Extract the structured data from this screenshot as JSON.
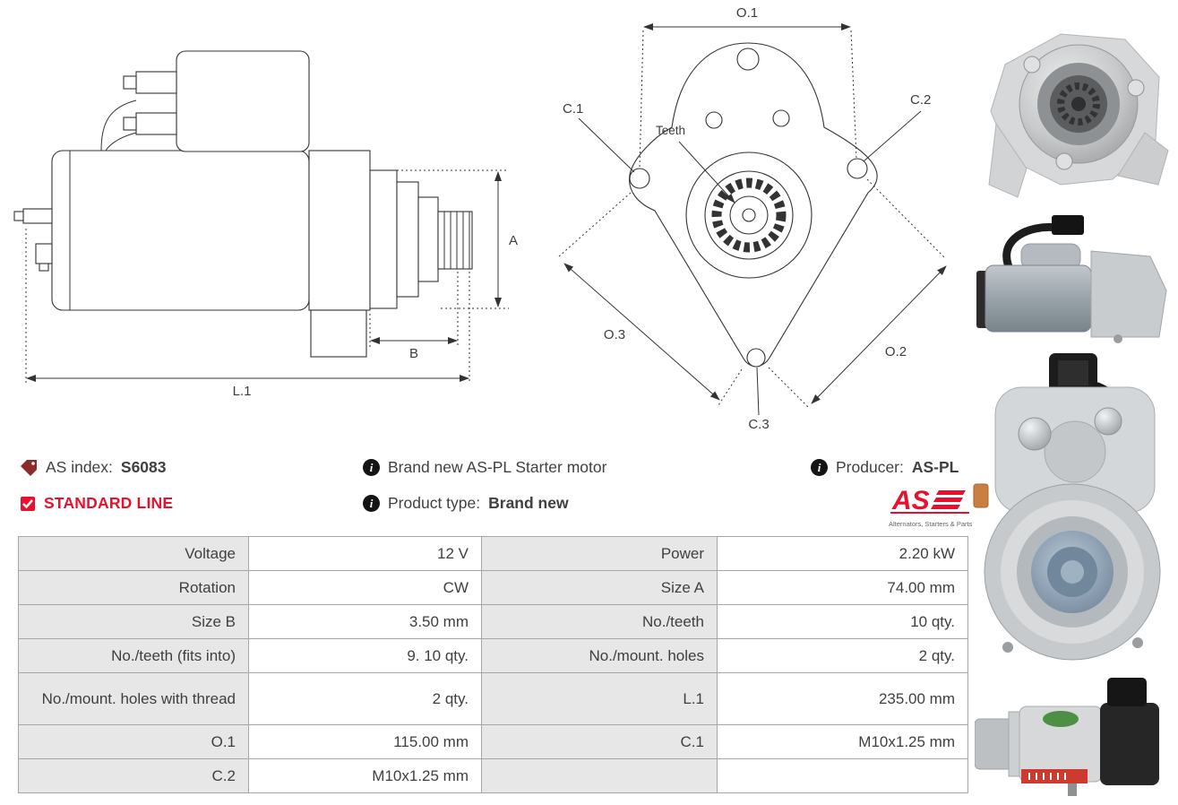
{
  "info": {
    "as_index_label": "AS index:",
    "as_index_value": "S6083",
    "standard_line_label": "STANDARD LINE",
    "brand_new_text": "Brand new AS-PL Starter motor",
    "product_type_label": "Product type:",
    "product_type_value": "Brand new",
    "producer_label": "Producer:",
    "producer_value": "AS-PL",
    "info_icon_glyph": "i"
  },
  "logo": {
    "text": "AS",
    "tagline": "Alternators, Starters & Parts"
  },
  "drawing": {
    "side": {
      "dim_a": "A",
      "dim_b": "B",
      "dim_l1": "L.1"
    },
    "front": {
      "dim_o1": "O.1",
      "dim_o2": "O.2",
      "dim_o3": "O.3",
      "dim_c1": "C.1",
      "dim_c2": "C.2",
      "dim_c3": "C.3",
      "teeth_label": "Teeth"
    }
  },
  "spec_table": {
    "rows": [
      {
        "label_left": "Voltage",
        "value_left": "12 V",
        "label_right": "Power",
        "value_right": "2.20 kW"
      },
      {
        "label_left": "Rotation",
        "value_left": "CW",
        "label_right": "Size A",
        "value_right": "74.00 mm"
      },
      {
        "label_left": "Size B",
        "value_left": "3.50 mm",
        "label_right": "No./teeth",
        "value_right": "10 qty."
      },
      {
        "label_left": "No./teeth (fits into)",
        "value_left": "9. 10 qty.",
        "label_right": "No./mount. holes",
        "value_right": "2 qty."
      },
      {
        "label_left": "No./mount. holes with thread",
        "value_left": "2 qty.",
        "label_right": "L.1",
        "value_right": "235.00 mm"
      },
      {
        "label_left": "O.1",
        "value_left": "115.00 mm",
        "label_right": "C.1",
        "value_right": "M10x1.25 mm"
      },
      {
        "label_left": "C.2",
        "value_left": "M10x1.25 mm",
        "label_right": "",
        "value_right": ""
      }
    ]
  },
  "colors": {
    "accent_red": "#e8112d",
    "label_cell_bg": "#e7e7e7",
    "table_border": "#a6a6a6",
    "text": "#404040"
  }
}
